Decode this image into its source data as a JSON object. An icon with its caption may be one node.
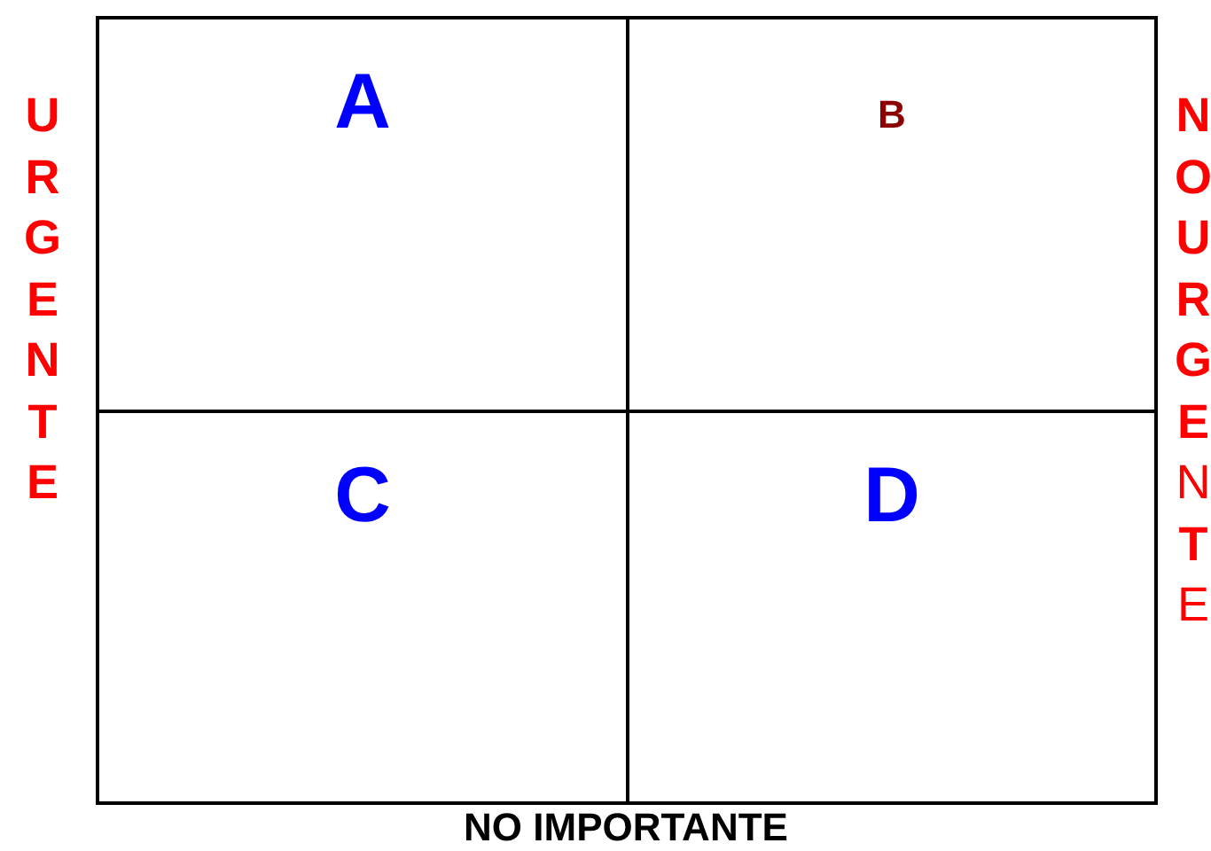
{
  "diagram": {
    "nodes": [
      {
        "text": [
          "A"
        ]
      },
      {
        "text": [
          "B"
        ]
      },
      {
        "text": [
          "C"
        ]
      },
      {
        "text": [
          "D"
        ]
      }
    ],
    "labels": [
      "URGENTE",
      "**NO URGE**N**T**E",
      "NO IMPORTANTE"
    ]
  }
}
